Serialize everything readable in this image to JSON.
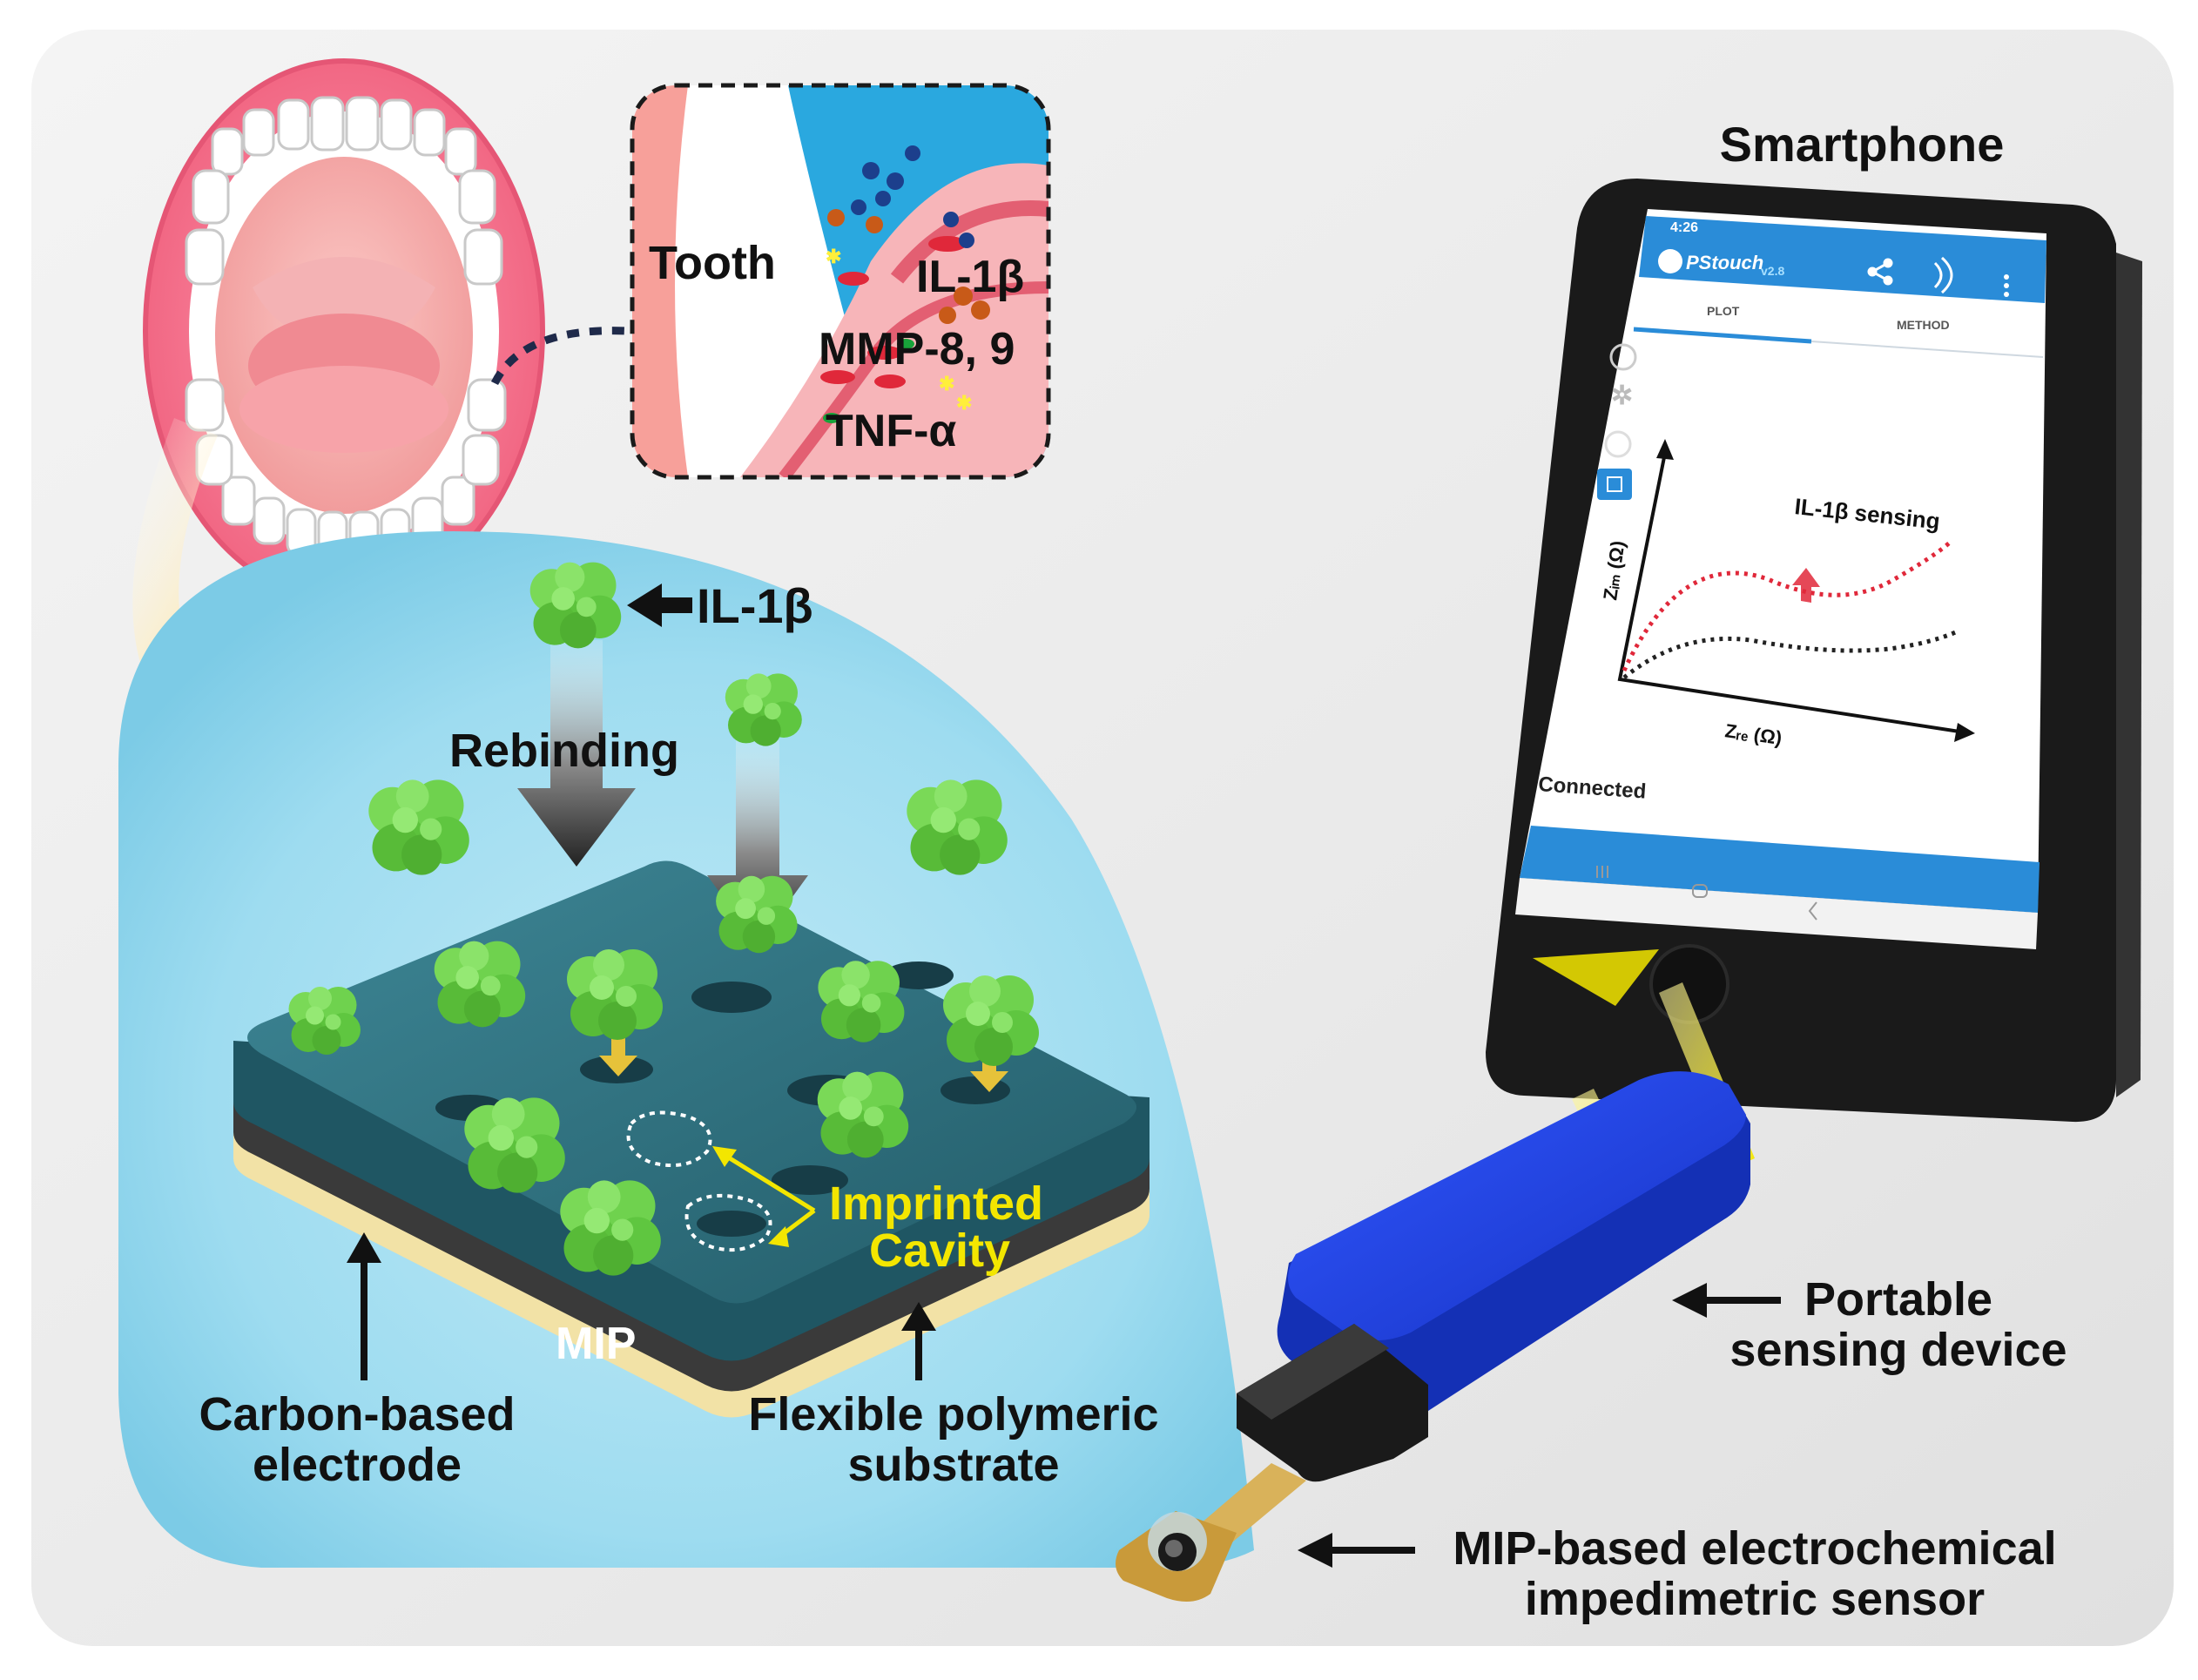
{
  "inset": {
    "tooth_label": "Tooth",
    "biomarkers": [
      "IL-1β",
      "MMP-8, 9",
      "TNF-α"
    ]
  },
  "surface": {
    "target_label": "IL-1β",
    "rebinding_label": "Rebinding",
    "cavity_label_line1": "Imprinted",
    "cavity_label_line2": "Cavity",
    "mip_label": "MIP",
    "electrode_label_line1": "Carbon-based",
    "electrode_label_line2": "electrode",
    "substrate_label_line1": "Flexible polymeric",
    "substrate_label_line2": "substrate"
  },
  "phone": {
    "title": "Smartphone",
    "status_time": "4:26",
    "app_name": "PStouch",
    "app_version": "v2.8",
    "tabs": [
      "PLOT",
      "METHOD"
    ],
    "chart_title": "IL-1β sensing",
    "y_axis_label": "Zᵢₘ (Ω)",
    "x_axis_label": "Zᵣₑ (Ω)",
    "status_text": "Connected"
  },
  "device": {
    "label_line1": "Portable",
    "label_line2": "sensing device"
  },
  "sensor": {
    "label_line1": "MIP-based electrochemical",
    "label_line2": "impedimetric sensor"
  },
  "colors": {
    "protein": "#6fd24e",
    "mip_surface": "#2f6f7e",
    "device_blue": "#1f3fe0",
    "highlight_yellow": "#f3e600",
    "accent_red": "#e0283a",
    "app_blue": "#2a8cd8"
  }
}
